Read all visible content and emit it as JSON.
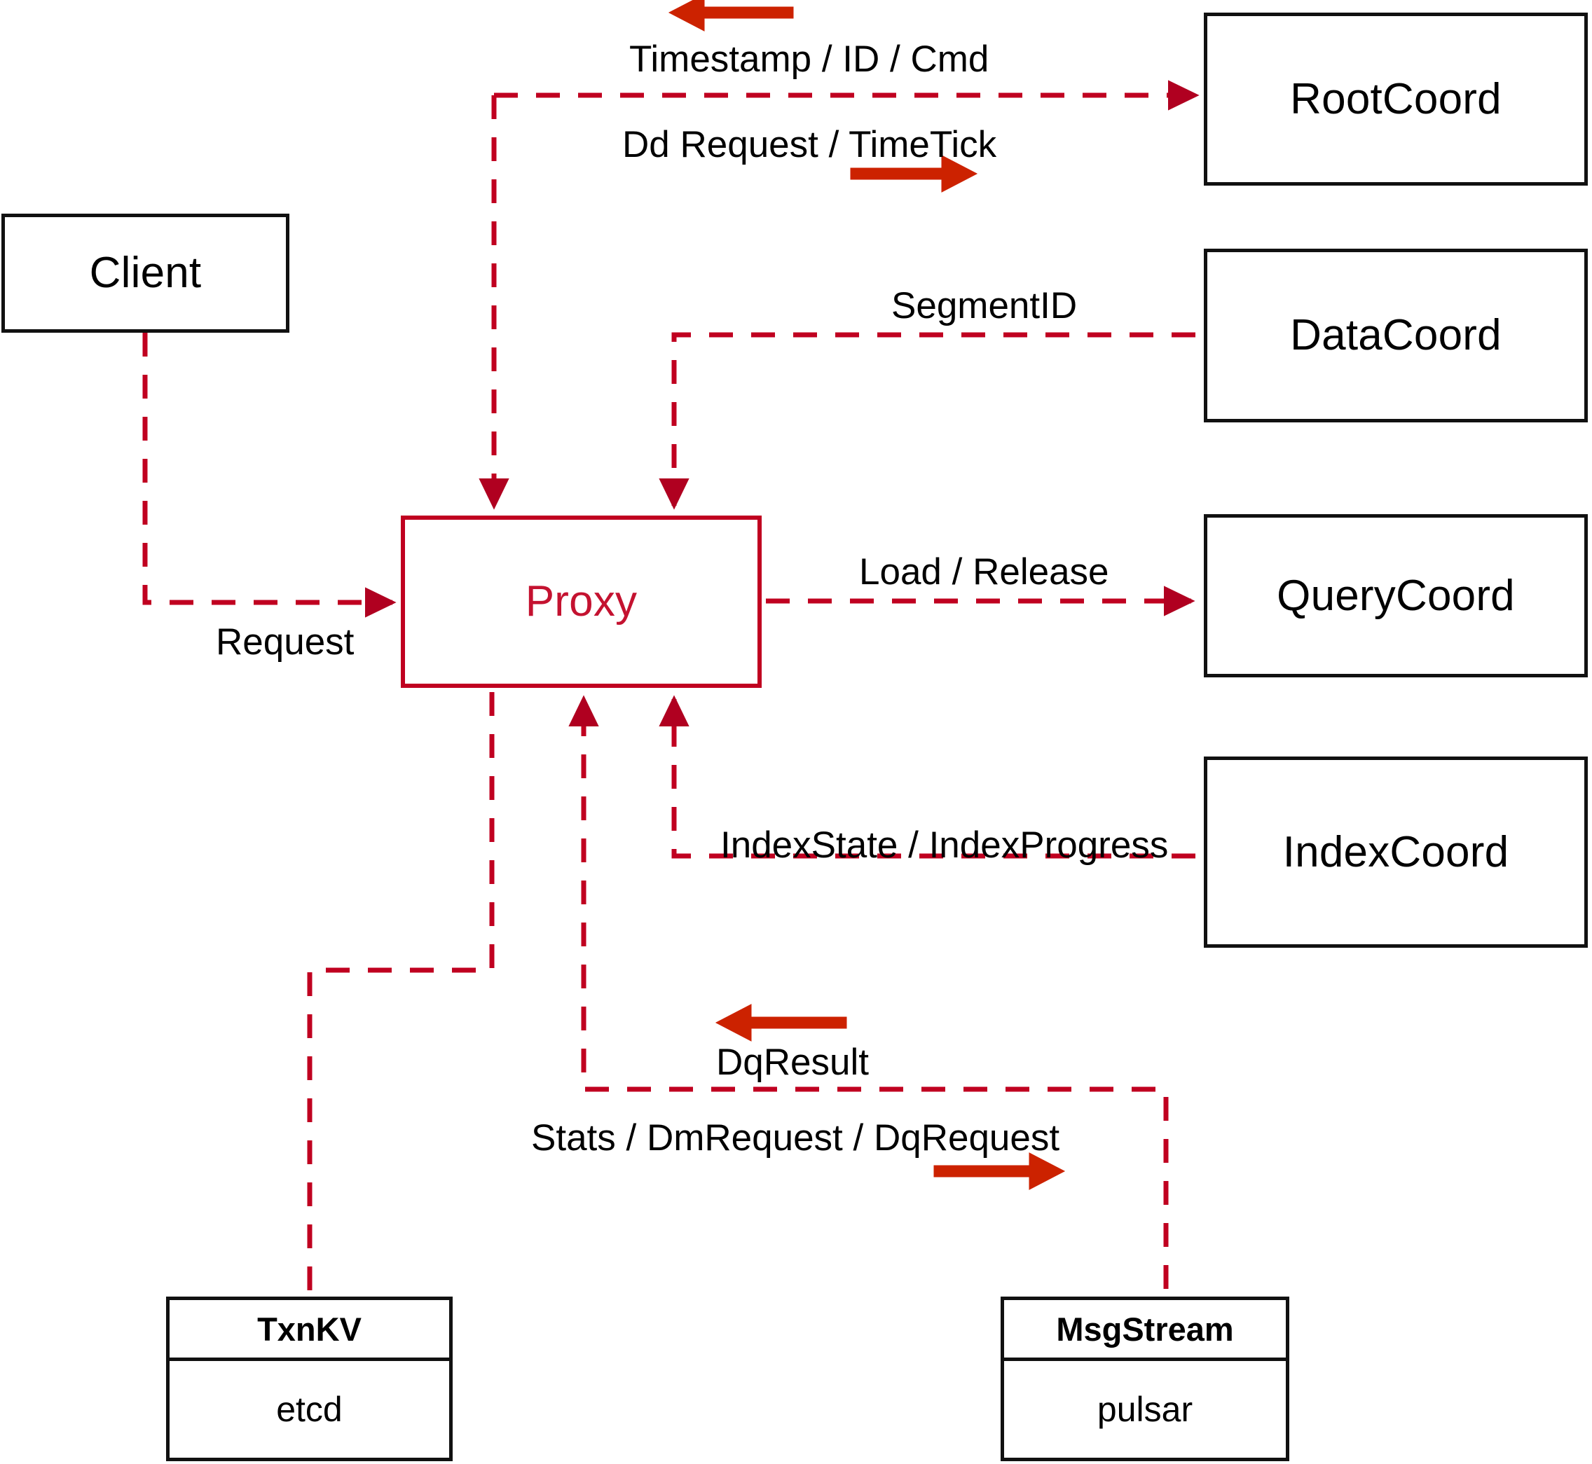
{
  "diagram": {
    "title": "Milvus Proxy component interaction diagram",
    "accent_color": "#c41230",
    "line_color": "#c00020",
    "arrow_color": "#cc2200",
    "node_border_color": "#111111",
    "background": "#ffffff"
  },
  "nodes": {
    "client": {
      "label": "Client"
    },
    "proxy": {
      "label": "Proxy"
    },
    "rootcoord": {
      "label": "RootCoord"
    },
    "datacoord": {
      "label": "DataCoord"
    },
    "querycoord": {
      "label": "QueryCoord"
    },
    "indexcoord": {
      "label": "IndexCoord"
    },
    "txnkv": {
      "header": "TxnKV",
      "body": "etcd"
    },
    "msgstream": {
      "header": "MsgStream",
      "body": "pulsar"
    }
  },
  "edges": [
    {
      "id": "client-request",
      "label": "Request",
      "from": "client",
      "to": "proxy",
      "direction": "to-proxy"
    },
    {
      "id": "rootcoord-down",
      "label": "Timestamp / ID / Cmd",
      "from": "rootcoord",
      "to": "proxy",
      "direction": "to-proxy"
    },
    {
      "id": "rootcoord-up",
      "label": "Dd Request / TimeTick",
      "from": "proxy",
      "to": "rootcoord",
      "direction": "from-proxy"
    },
    {
      "id": "datacoord-segmentid",
      "label": "SegmentID",
      "from": "datacoord",
      "to": "proxy",
      "direction": "to-proxy"
    },
    {
      "id": "querycoord-load",
      "label": "Load / Release",
      "from": "proxy",
      "to": "querycoord",
      "direction": "from-proxy"
    },
    {
      "id": "indexcoord-state",
      "label": "IndexState / IndexProgress",
      "from": "indexcoord",
      "to": "proxy",
      "direction": "to-proxy"
    },
    {
      "id": "msgstream-result",
      "label": "DqResult",
      "from": "msgstream",
      "to": "proxy",
      "direction": "to-proxy"
    },
    {
      "id": "msgstream-request",
      "label": "Stats / DmRequest / DqRequest",
      "from": "proxy",
      "to": "msgstream",
      "direction": "from-proxy"
    },
    {
      "id": "txnkv-link",
      "label": "",
      "from": "proxy",
      "to": "txnkv",
      "direction": "bidirectional"
    }
  ]
}
